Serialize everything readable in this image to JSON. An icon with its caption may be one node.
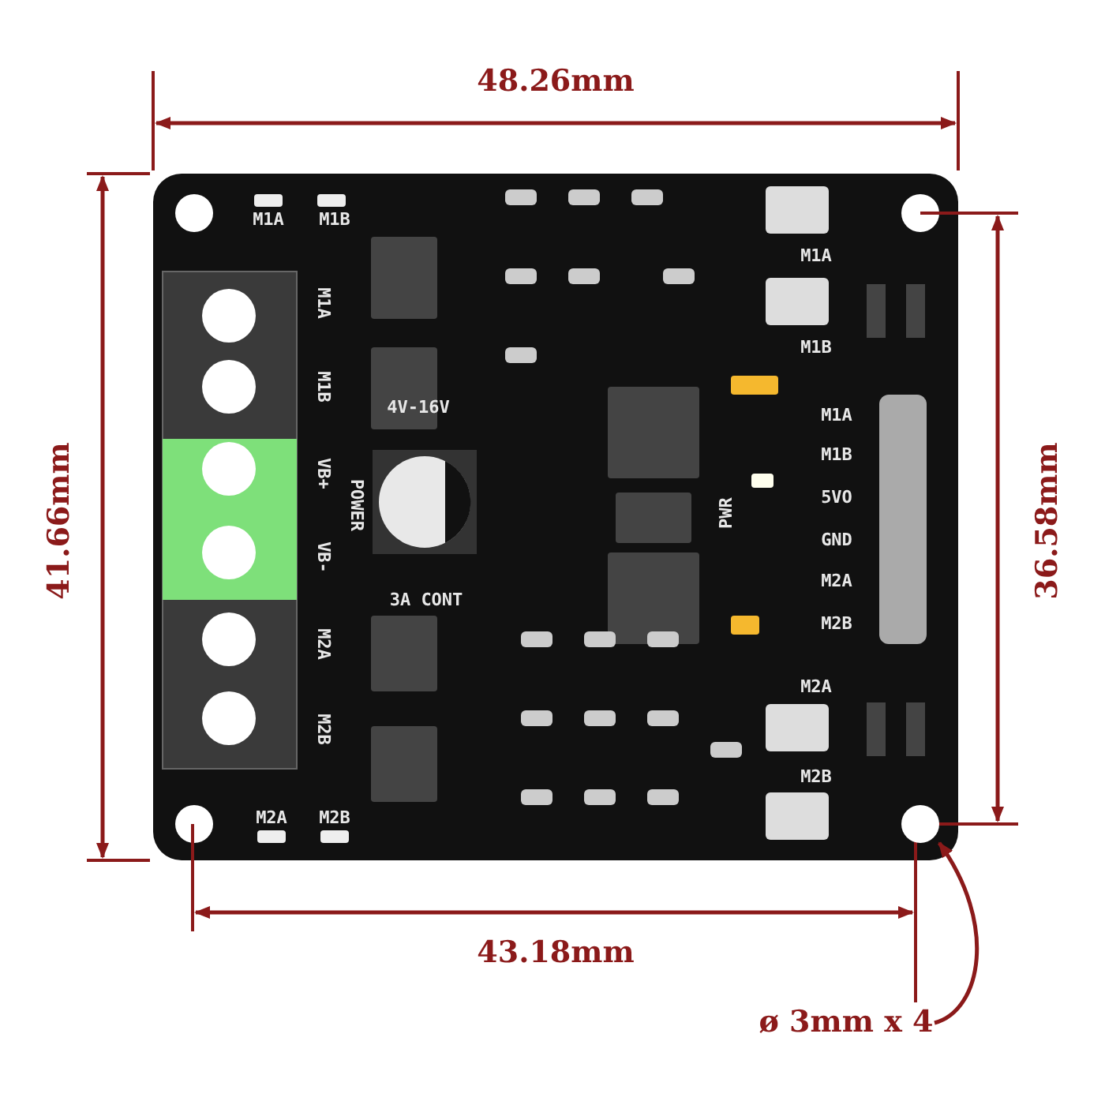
{
  "diagram": {
    "nodes": [
      {
        "text": [
          "ø 3mm x 4"
        ]
      },
      {
        "text": [],
        "shape": "circle"
      }
    ],
    "edges": [
      {
        "from": 0,
        "to": 1,
        "arrow": "to"
      }
    ],
    "labels": [
      "48.26mm",
      "M1A",
      "M1B",
      "M1A",
      "M1A",
      "M1B",
      "M1B",
      "4V-16V",
      "M1A",
      "M1B",
      "VB+",
      "POWER",
      "5VO",
      "PWR",
      "41.66mm",
      "36.58mm",
      "GND",
      "VB-",
      "M2A",
      "3A CONT",
      "M2B",
      "M2A",
      "M2A",
      "M2B",
      "M2B",
      "M2A",
      "M2B",
      "43.18mm"
    ]
  }
}
